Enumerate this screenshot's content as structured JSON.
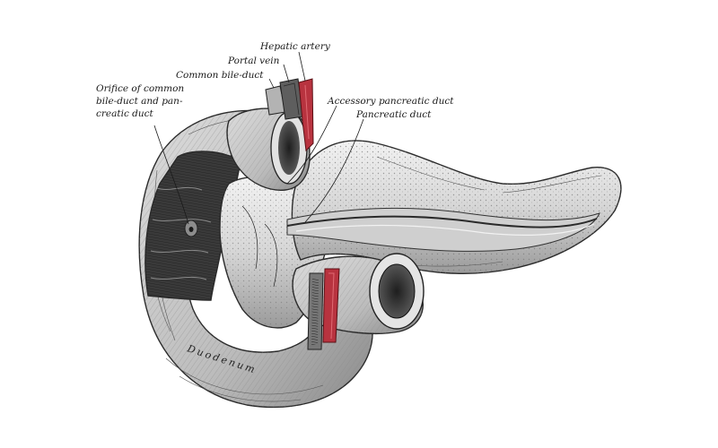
{
  "colors": {
    "artery": "#b8333f",
    "tissue_light": "#e8e8e8",
    "tissue_mid": "#bdbdbd",
    "tissue_dark": "#4a4a4a",
    "ink": "#1a1a1a"
  },
  "labels": {
    "hepatic_artery": "Hepatic artery",
    "portal_vein": "Portal vein",
    "common_bile_duct": "Common bile-duct",
    "orifice_line1": "Orifice of common",
    "orifice_line2": "bile-duct and pan-",
    "orifice_line3": "creatic duct",
    "accessory_pancreatic_duct": "Accessory pancreatic duct",
    "pancreatic_duct": "Pancreatic duct",
    "duodenum": "Duodenum"
  }
}
